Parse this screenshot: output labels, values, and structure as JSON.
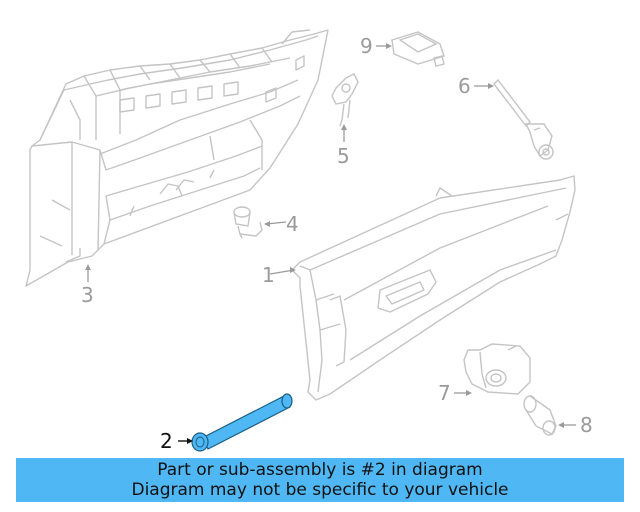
{
  "diagram": {
    "callouts": {
      "c1": "1",
      "c2": "2",
      "c3": "3",
      "c4": "4",
      "c5": "5",
      "c6": "6",
      "c7": "7",
      "c8": "8",
      "c9": "9"
    },
    "highlighted_part": "2",
    "highlight_color": "#4fb8f4",
    "line_color": "#bdbdbd"
  },
  "banner": {
    "line1": "Part or sub-assembly is #2 in diagram",
    "line2": "Diagram may not be specific to your vehicle",
    "background": "#4fb8f4"
  }
}
